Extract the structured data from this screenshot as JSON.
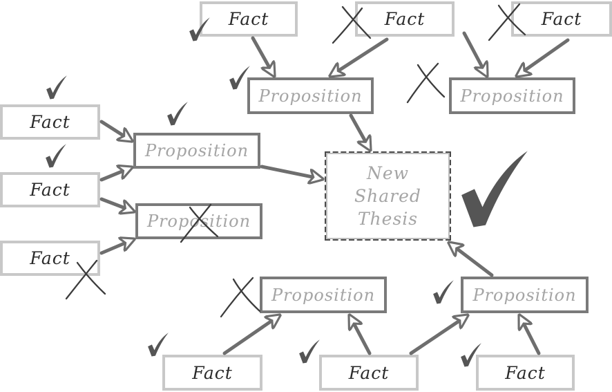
{
  "labels": {
    "fact": "Fact",
    "proposition": "Proposition",
    "thesis_line1": "New",
    "thesis_line2": "Shared",
    "thesis_line3": "Thesis"
  },
  "colors": {
    "fact_border": "#c8c8c8",
    "proposition_border": "#7a7a7a",
    "proposition_text": "#a5a5a5",
    "arrow": "#6e6e6e",
    "check": "#555555"
  },
  "marks": {
    "fact_top_1": "check",
    "fact_top_2": "cross",
    "fact_top_3": "cross",
    "proposition_top_1": "check",
    "proposition_top_2": "cross",
    "fact_left_1": "check",
    "fact_left_2": "check",
    "fact_left_3": "cross",
    "proposition_left_1": "check",
    "proposition_left_2": "cross",
    "new_shared_thesis": "check",
    "proposition_bottom_1": "cross",
    "proposition_bottom_2": "check",
    "fact_bottom_1": "check",
    "fact_bottom_2": "check",
    "fact_bottom_3": "check"
  }
}
